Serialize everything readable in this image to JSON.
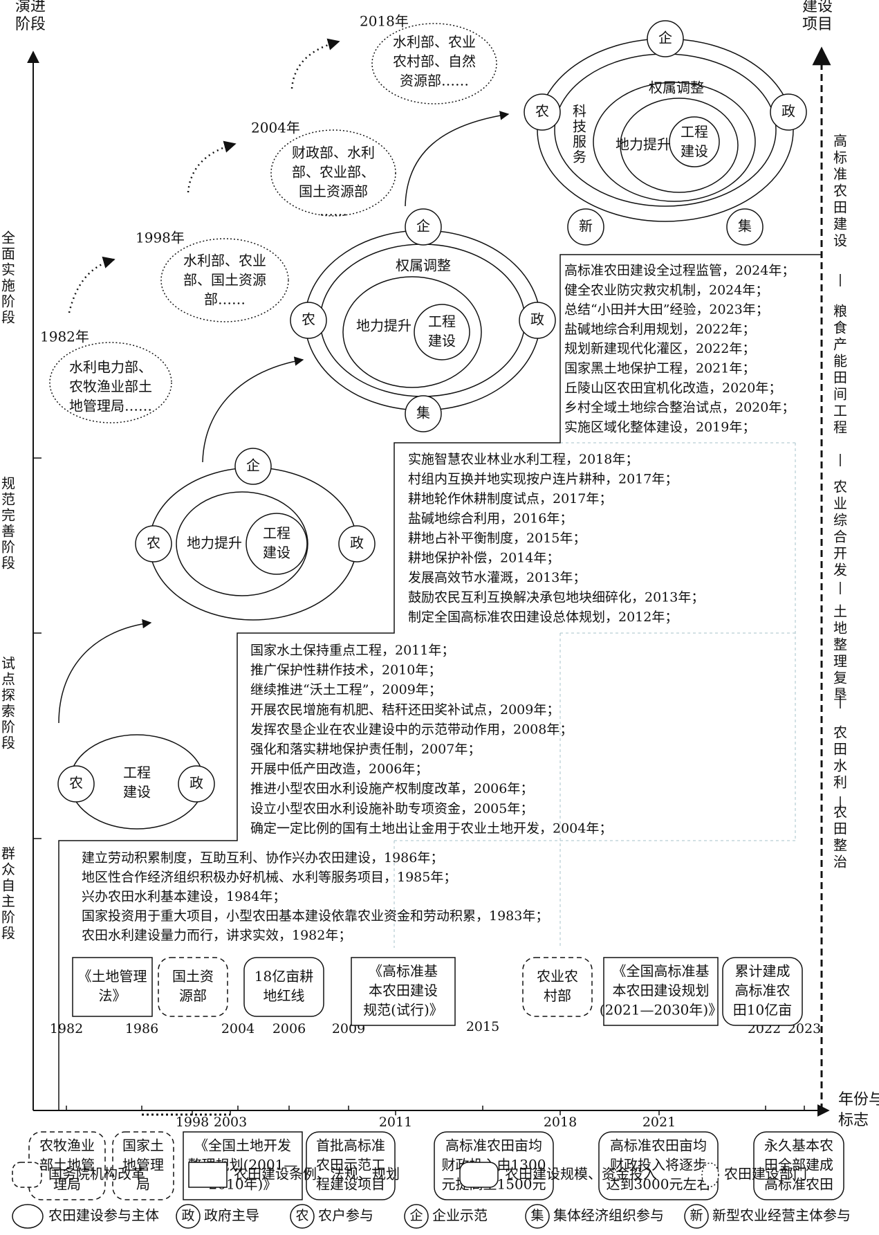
{
  "axes": {
    "y_title": [
      "演进",
      "阶段"
    ],
    "right_title": [
      "建设",
      "项目"
    ],
    "x_title": [
      "年份与",
      "标志"
    ]
  },
  "stages": [
    "全面实施阶段",
    "规范完善阶段",
    "试点探索阶段",
    "群众自主阶段"
  ],
  "projects": [
    "高标准农田建设",
    "粮食产能田间工程",
    "农业综合开发",
    "土地整理复垦",
    "农田水利",
    "农田整治"
  ],
  "project_separator": "—",
  "departments": [
    {
      "year": "1982年",
      "lines": [
        "水利电力部、",
        "农牧渔业部土",
        "地管理局……"
      ]
    },
    {
      "year": "1998年",
      "lines": [
        "水利部、农业",
        "部、国土资源",
        "部……"
      ]
    },
    {
      "year": "2004年",
      "lines": [
        "财政部、水利",
        "部、农业部、",
        "国土资源部",
        "……"
      ]
    },
    {
      "year": "2018年",
      "lines": [
        "水利部、农业",
        "农村部、自然",
        "资源部……"
      ]
    }
  ],
  "circle_labels": {
    "gov": "政",
    "farmer": "农",
    "enterprise": "企",
    "collective": "集",
    "new_entity": "新",
    "engineering": [
      "工程",
      "建设"
    ],
    "fertility": "地力提升",
    "ownership": "权属调整",
    "tech": [
      "科",
      "技",
      "服",
      "务"
    ]
  },
  "policies": {
    "stage1": [
      "建立劳动积累制度，互助互利、协作兴办农田建设，1986年；",
      "地区性合作经济组织积极办好机械、水利等服务项目，1985年；",
      "兴办农田水利基本建设，1984年；",
      "国家投资用于重大项目，小型农田基本建设依靠农业资金和劳动积累，1983年；",
      "农田水利建设量力而行，讲求实效，1982年；"
    ],
    "stage2": [
      "国家水土保持重点工程，2011年；",
      "推广保护性耕作技术，2010年；",
      "继续推进“沃土工程”，2009年；",
      "开展农民增施有机肥、秸秆还田奖补试点，2009年；",
      "发挥农垦企业在农业建设中的示范带动作用，2008年；",
      "强化和落实耕地保护责任制，2007年；",
      "开展中低产田改造，2006年；",
      "推进小型农田水利设施产权制度改革，2006年；",
      "设立小型农田水利设施补助专项资金，2005年；",
      "确定一定比例的国有土地出让金用于农业土地开发，2004年；"
    ],
    "stage3": [
      "实施智慧农业林业水利工程，2018年；",
      "村组内互换并地实现按户连片耕种，2017年；",
      "耕地轮作休耕制度试点，2017年；",
      "盐碱地综合利用，2016年；",
      "耕地占补平衡制度，2015年；",
      "耕地保护补偿，2014年；",
      "发展高效节水灌溉，2013年；",
      "鼓励农民互利互换解决承包地块细碎化，2013年；",
      "制定全国高标准农田建设总体规划，2012年；"
    ],
    "stage4": [
      "高标准农田建设全过程监管，2024年；",
      "健全农业防灾救灾机制，2024年；",
      "总结“小田并大田”经验，2023年；",
      "盐碱地综合利用规划，2022年；",
      "规划新建现代化灌区，2022年；",
      "国家黑土地保护工程，2021年；",
      "丘陵山区农田宜机化改造，2020年；",
      "乡村全域土地综合整治试点，2020年；",
      "实施区域化整体建设，2019年；"
    ]
  },
  "timeline_top": [
    {
      "year": "1982"
    },
    {
      "year": "1986"
    },
    {
      "year": "2004"
    },
    {
      "year": "2006"
    },
    {
      "year": "2009"
    },
    {
      "year": "2015"
    },
    {
      "year": "2022"
    },
    {
      "year": "2023"
    }
  ],
  "timeline_bottom": [
    {
      "year": "1998"
    },
    {
      "year": "2003"
    },
    {
      "year": "2011"
    },
    {
      "year": "2018"
    },
    {
      "year": "2021"
    }
  ],
  "upper_boxes": [
    {
      "lines": [
        "《土地管理",
        "法》"
      ],
      "kind": "regulation"
    },
    {
      "lines": [
        "国土资",
        "源部"
      ],
      "kind": "reform"
    },
    {
      "lines": [
        "18亿亩耕",
        "地红线"
      ],
      "kind": "scale"
    },
    {
      "lines": [
        "《高标准基",
        "本农田建设",
        "规范(试行)》"
      ],
      "kind": "regulation"
    },
    {
      "lines": [
        "农业农",
        "村部"
      ],
      "kind": "reform"
    },
    {
      "lines": [
        "《全国高标准基",
        "本农田建设规划",
        "(2021—2030年)》"
      ],
      "kind": "regulation"
    },
    {
      "lines": [
        "累计建成",
        "高标准农",
        "田10亿亩"
      ],
      "kind": "scale"
    }
  ],
  "lower_boxes": [
    {
      "lines": [
        "农牧渔业",
        "部土地管",
        "理局"
      ],
      "kind": "reform"
    },
    {
      "lines": [
        "国家土",
        "地管理",
        "局"
      ],
      "kind": "reform"
    },
    {
      "lines": [
        "《全国土地开发",
        "整理规划(2001—",
        "2010年)》"
      ],
      "kind": "regulation"
    },
    {
      "lines": [
        "首批高标准",
        "农田示范工",
        "程建设项目"
      ],
      "kind": "scale"
    },
    {
      "lines": [
        "高标准农田亩均",
        "财政投入由1300",
        "元提高至1500元"
      ],
      "kind": "scale"
    },
    {
      "lines": [
        "高标准农田亩均",
        "财政投入将逐步",
        "达到3000元左右"
      ],
      "kind": "scale"
    },
    {
      "lines": [
        "永久基本农",
        "田全部建成",
        "高标准农田"
      ],
      "kind": "scale"
    }
  ],
  "legend": [
    {
      "shape": "dashed-rounded",
      "label": "国务院机构改革"
    },
    {
      "shape": "rect",
      "label": "农田建设条例、法规、规划"
    },
    {
      "shape": "rounded",
      "label": "农田建设规模、资金投入"
    },
    {
      "shape": "dotted-ellipse",
      "label": "农田建设部门"
    },
    {
      "shape": "ellipse",
      "label": "农田建设参与主体"
    },
    {
      "shape": "circle",
      "glyph": "政",
      "label": "政府主导"
    },
    {
      "shape": "circle",
      "glyph": "农",
      "label": "农户参与"
    },
    {
      "shape": "circle",
      "glyph": "企",
      "label": "企业示范"
    },
    {
      "shape": "circle",
      "glyph": "集",
      "label": "集体经济组织参与"
    },
    {
      "shape": "circle",
      "glyph": "新",
      "label": "新型农业经营主体参与"
    }
  ]
}
